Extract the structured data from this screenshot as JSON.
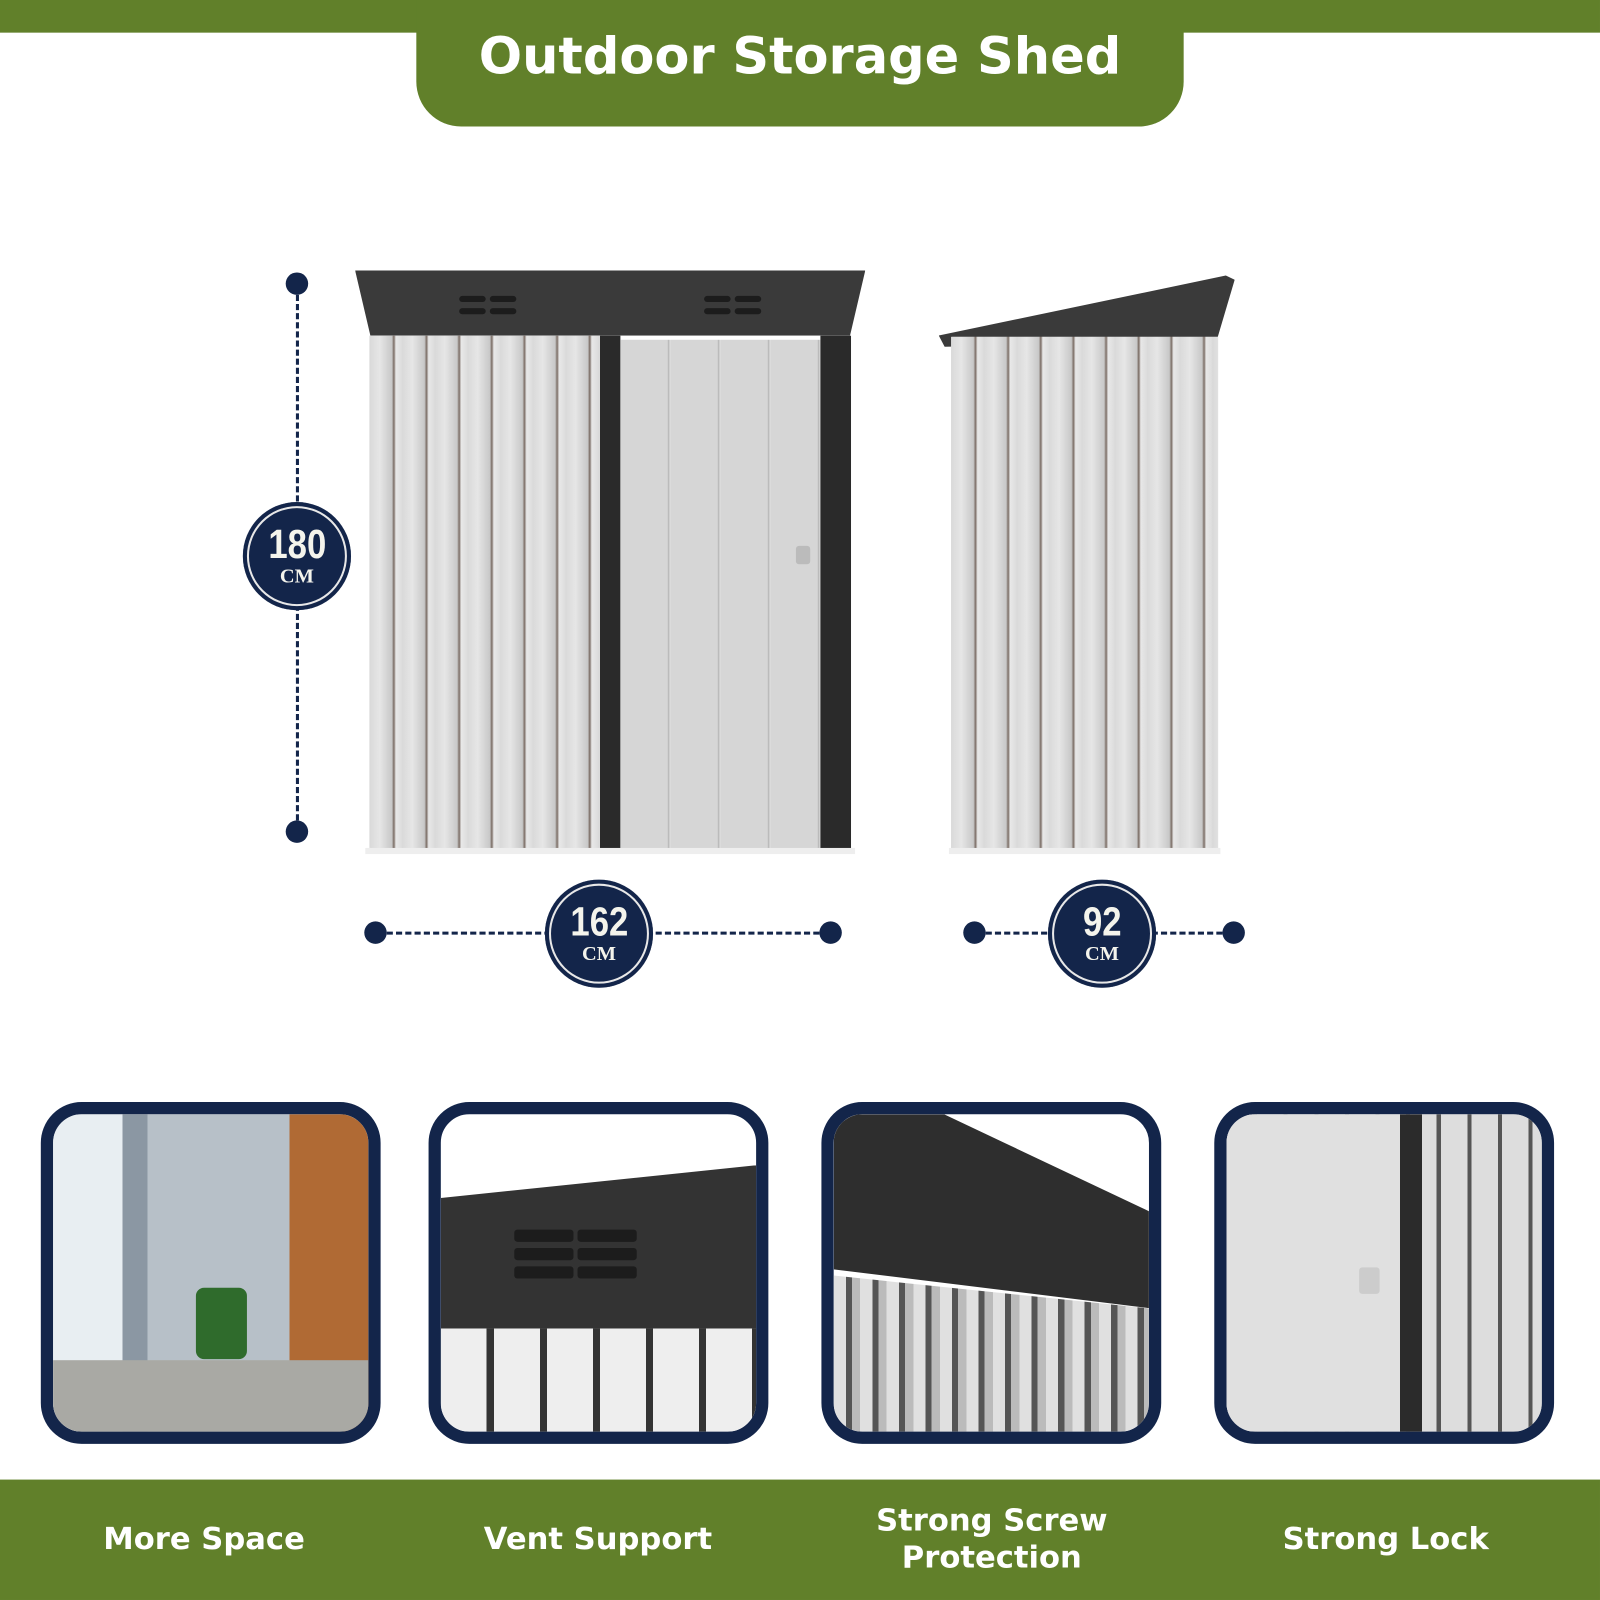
{
  "title": "Outdoor Storage Shed",
  "dimensions": {
    "height": {
      "value": "180",
      "unit": "CM"
    },
    "width": {
      "value": "162",
      "unit": "CM"
    },
    "depth": {
      "value": "92",
      "unit": "CM"
    }
  },
  "features": [
    {
      "label": "More Space"
    },
    {
      "label": "Vent Support"
    },
    {
      "label": "Strong Screw Protection"
    },
    {
      "label": "Strong Lock"
    }
  ],
  "colors": {
    "brand_green": "#61802a",
    "navy": "#13254a"
  }
}
